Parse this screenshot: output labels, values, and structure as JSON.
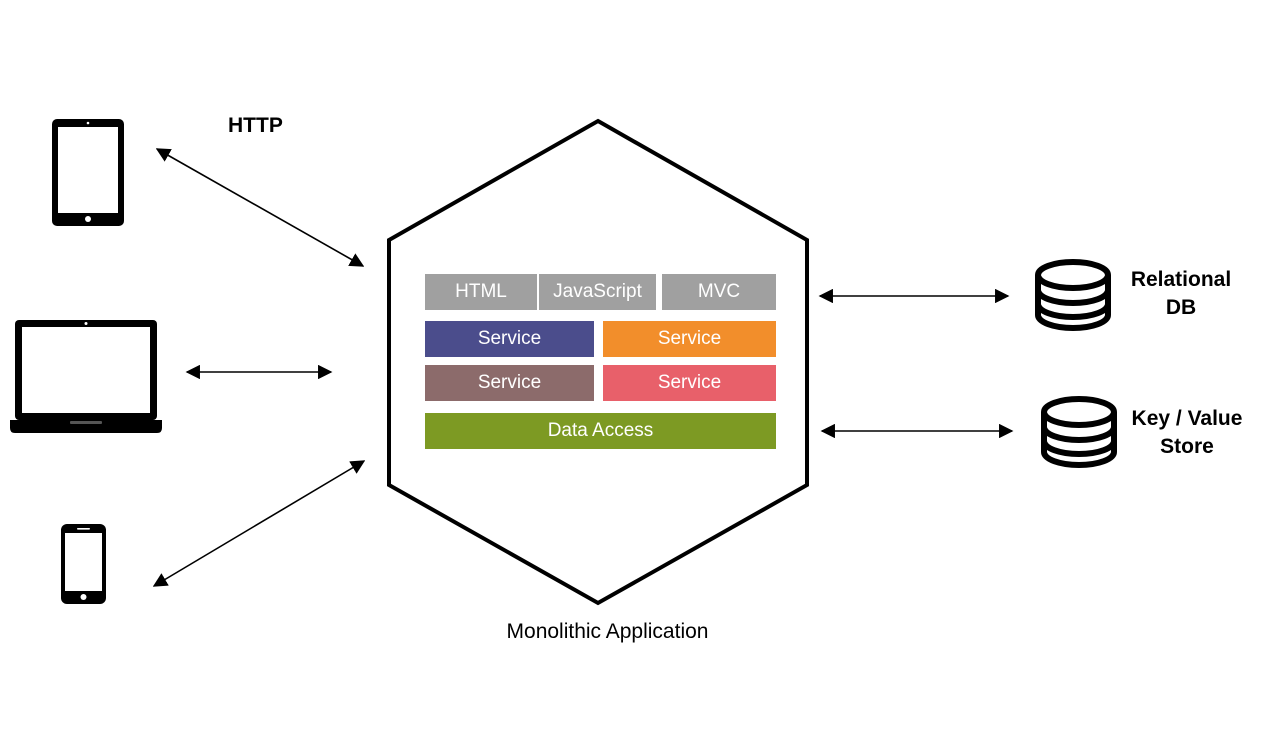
{
  "protocol_label": "HTTP",
  "application": {
    "label": "Monolithic Application",
    "layers": {
      "ui": [
        "HTML",
        "JavaScript",
        "MVC"
      ],
      "services": [
        {
          "label": "Service",
          "color": "#4b4d8c"
        },
        {
          "label": "Service",
          "color": "#f28e2b"
        },
        {
          "label": "Service",
          "color": "#8c6b6b"
        },
        {
          "label": "Service",
          "color": "#e8606a"
        }
      ],
      "data_access": "Data Access"
    },
    "colors": {
      "ui_layer": "#a0a0a0",
      "data_access": "#7d9a23"
    }
  },
  "clients": [
    {
      "icon": "tablet-icon"
    },
    {
      "icon": "laptop-icon"
    },
    {
      "icon": "phone-icon"
    }
  ],
  "stores": [
    {
      "icon": "database-icon",
      "line1": "Relational",
      "line2": "DB"
    },
    {
      "icon": "database-icon",
      "line1": "Key / Value",
      "line2": "Store"
    }
  ]
}
